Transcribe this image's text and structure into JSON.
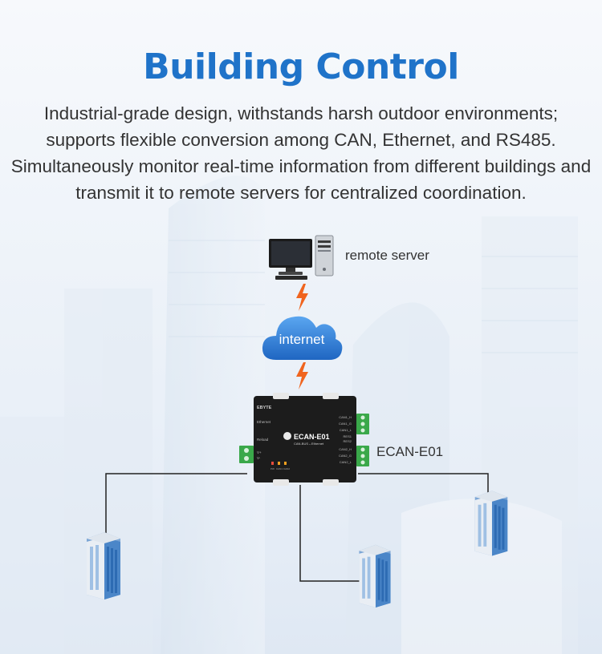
{
  "header": {
    "title": "Building Control",
    "description": "Industrial-grade design, withstands harsh outdoor environments; supports flexible conversion among CAN, Ethernet, and RS485. Simultaneously monitor real-time information from different buildings and transmit it to remote servers for centralized coordination."
  },
  "diagram": {
    "server_label": "remote server",
    "cloud_label": "internet",
    "device_label": "ECAN-E01",
    "device": {
      "brand": "EBYTE",
      "model": "ECAN-E01",
      "subtitle": "CAN-BUS↔Ethernet",
      "left_labels": [
        "Ethernet",
        "Reload"
      ],
      "power_labels": [
        "V+",
        "V-"
      ],
      "right_labels": [
        "CAN1_H",
        "CAN1_G",
        "CAN1_L",
        "RES1",
        "RES2",
        "CAN2_H",
        "CAN2_G",
        "CAN2_L"
      ],
      "led_labels": [
        "PW",
        "CAN1",
        "CAN2"
      ]
    }
  },
  "colors": {
    "title": "#1f73c9",
    "text": "#333333",
    "arrow": "#f0641e",
    "cloud": "#2f7fd8",
    "device": "#1c1c1c",
    "terminal": "#3aa84a",
    "line": "#222222",
    "building": "#4b86c8"
  }
}
